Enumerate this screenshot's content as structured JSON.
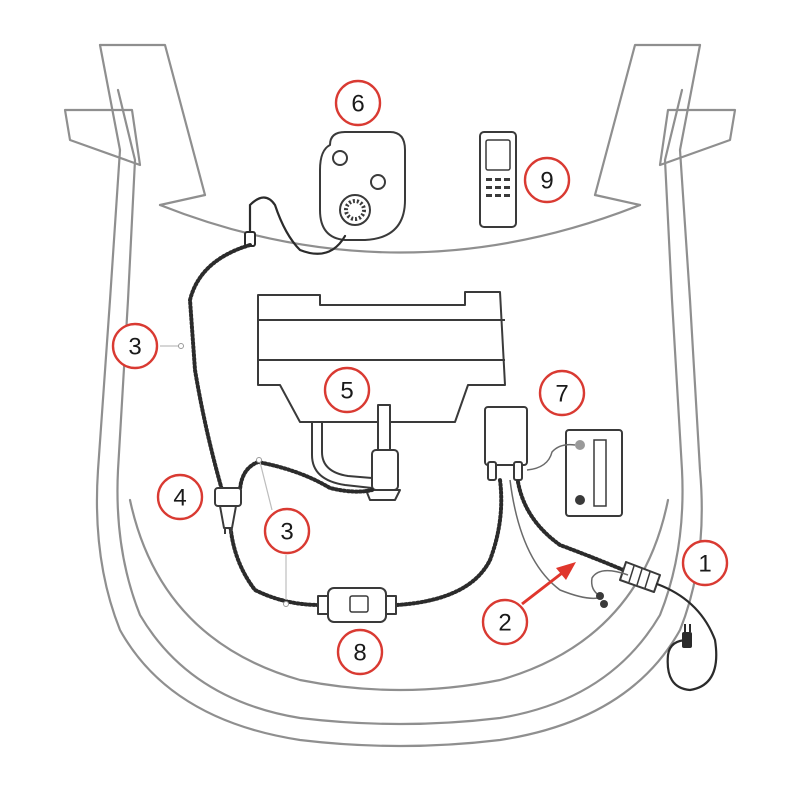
{
  "callouts": [
    {
      "id": "1",
      "label": "1"
    },
    {
      "id": "2",
      "label": "2"
    },
    {
      "id": "3a",
      "label": "3"
    },
    {
      "id": "3b",
      "label": "3"
    },
    {
      "id": "4",
      "label": "4"
    },
    {
      "id": "5",
      "label": "5"
    },
    {
      "id": "6",
      "label": "6"
    },
    {
      "id": "7",
      "label": "7"
    },
    {
      "id": "8",
      "label": "8"
    },
    {
      "id": "9",
      "label": "9"
    }
  ],
  "colors": {
    "callout_ring": "#d93a32",
    "arrow": "#e0362c",
    "car_outline": "#8f8f8f",
    "cable": "#2b2b2b"
  }
}
